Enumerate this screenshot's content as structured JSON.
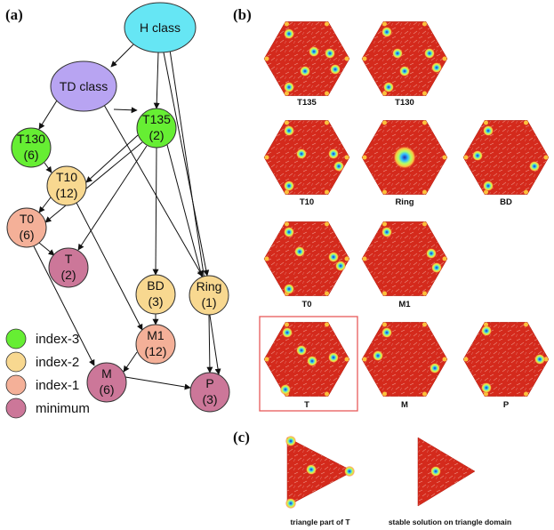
{
  "panels": {
    "a": "(a)",
    "b": "(b)",
    "c": "(c)"
  },
  "graph": {
    "nodes": {
      "h_class": {
        "label": "H class",
        "count": ""
      },
      "td_class": {
        "label": "TD class",
        "count": ""
      },
      "t135": {
        "label": "T135",
        "count": "(2)"
      },
      "t130": {
        "label": "T130",
        "count": "(6)"
      },
      "t10": {
        "label": "T10",
        "count": "(12)"
      },
      "t0": {
        "label": "T0",
        "count": "(6)"
      },
      "t": {
        "label": "T",
        "count": "(2)"
      },
      "bd": {
        "label": "BD",
        "count": "(3)"
      },
      "ring": {
        "label": "Ring",
        "count": "(1)"
      },
      "m1": {
        "label": "M1",
        "count": "(12)"
      },
      "m": {
        "label": "M",
        "count": "(6)"
      },
      "p": {
        "label": "P",
        "count": "(3)"
      }
    },
    "legend": [
      {
        "label": "index-3",
        "color": "#66ee33"
      },
      {
        "label": "index-2",
        "color": "#f8d890"
      },
      {
        "label": "index-1",
        "color": "#f4b098"
      },
      {
        "label": "minimum",
        "color": "#cc7799"
      }
    ],
    "colors": {
      "h_class": "#66e6f4",
      "td_class": "#b8a4f2",
      "index3": "#66ee33",
      "index2": "#f8d890",
      "index1": "#f4b098",
      "minimum": "#cc7799"
    }
  },
  "solutions": {
    "t135": "T135",
    "t130": "T130",
    "t10": "T10",
    "ring": "Ring",
    "bd": "BD",
    "t0": "T0",
    "m1": "M1",
    "t": "T",
    "m": "M",
    "p": "P"
  },
  "triangles": {
    "left": "triangle part of T",
    "right": "stable solution on triangle domain"
  },
  "field_colors": {
    "background": "#d42a1c",
    "highlight_frame": "#e85a5a"
  }
}
